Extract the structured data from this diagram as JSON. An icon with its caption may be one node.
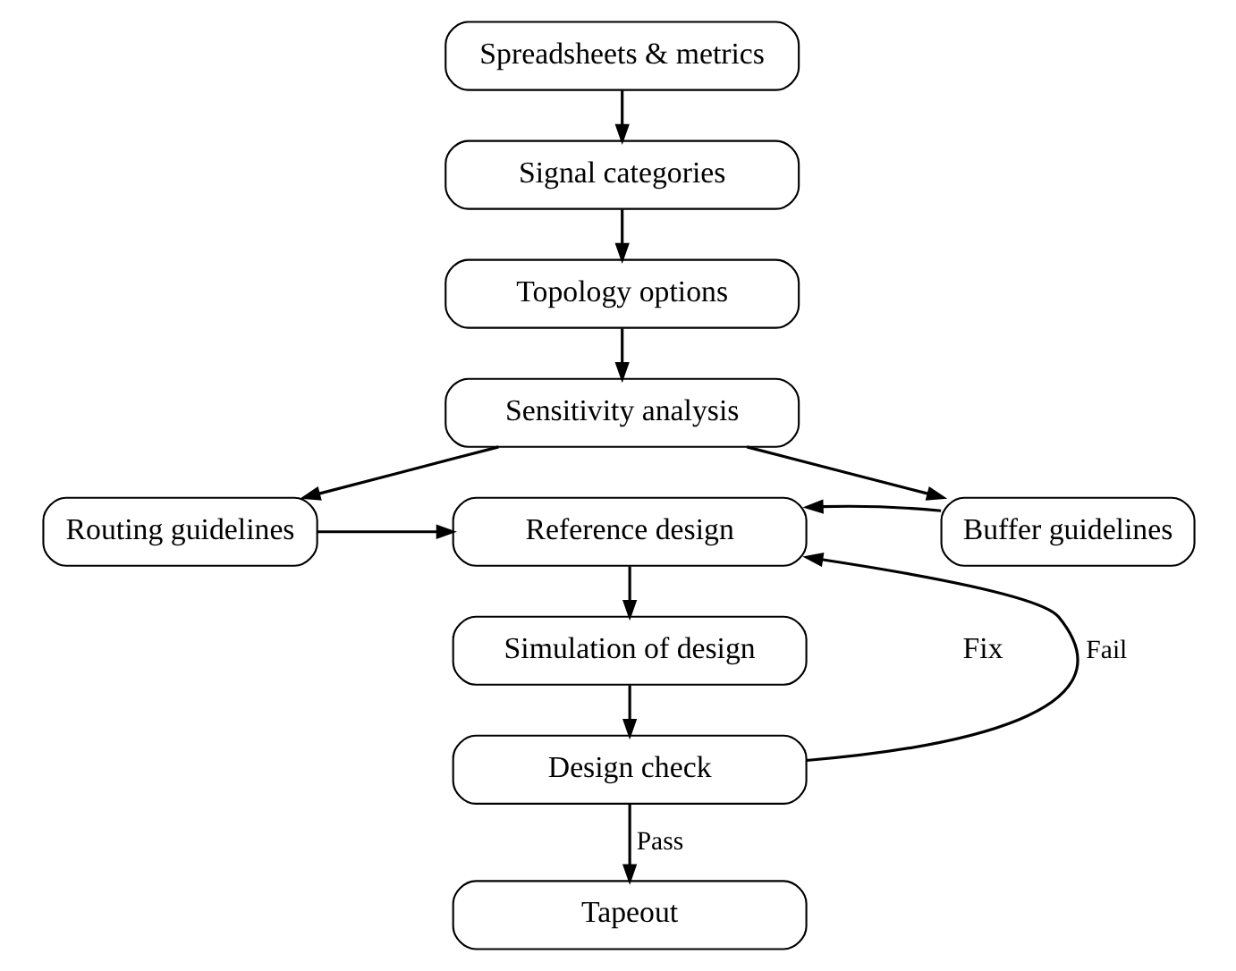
{
  "diagram": {
    "nodes": [
      {
        "text": [
          "Spreadsheets & metrics"
        ]
      },
      {
        "text": [
          "Signal categories"
        ]
      },
      {
        "text": [
          "Topology options"
        ]
      },
      {
        "text": [
          "Sensitivity analysis"
        ]
      },
      {
        "text": [
          "Routing guidelines"
        ]
      },
      {
        "text": [
          "Reference design"
        ]
      },
      {
        "text": [
          "Buffer guidelines"
        ]
      },
      {
        "text": [
          "Simulation of design"
        ]
      },
      {
        "text": [
          "Design check"
        ]
      },
      {
        "text": [
          "Tapeout"
        ]
      }
    ],
    "edges": [
      {
        "from": 0,
        "to": 1,
        "arrow": "to"
      },
      {
        "from": 1,
        "to": 2,
        "arrow": "to"
      },
      {
        "from": 2,
        "to": 3,
        "arrow": "to"
      },
      {
        "from": 3,
        "to": 4,
        "arrow": "to"
      },
      {
        "from": 3,
        "to": 6,
        "arrow": "to"
      },
      {
        "from": 4,
        "to": 5,
        "arrow": "to"
      },
      {
        "from": 6,
        "to": 5,
        "arrow": "to"
      },
      {
        "from": 5,
        "to": 7,
        "arrow": "to"
      },
      {
        "from": 7,
        "to": 8,
        "arrow": "to"
      },
      {
        "from": 8,
        "to": 5,
        "arrow": "to",
        "label": "Fail"
      },
      {
        "from": 8,
        "to": 9,
        "arrow": "to",
        "label": "Pass"
      }
    ],
    "labels": [
      "Fix"
    ]
  }
}
